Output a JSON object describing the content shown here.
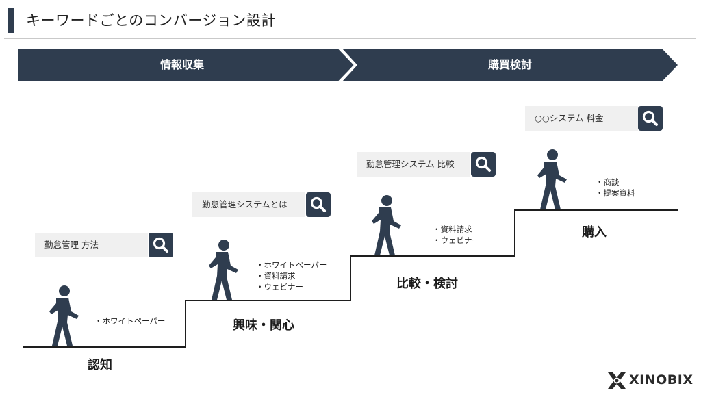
{
  "title": "キーワードごとのコンバージョン設計",
  "phases": [
    {
      "label": "情報収集"
    },
    {
      "label": "購買検討"
    }
  ],
  "stages": [
    {
      "name": "認知",
      "keyword": "勤怠管理 方法",
      "items": [
        "ホワイトペーパー"
      ]
    },
    {
      "name": "興味・関心",
      "keyword": "勤怠管理システムとは",
      "items": [
        "ホワイトペーパー",
        "資料請求",
        "ウェビナー"
      ]
    },
    {
      "name": "比較・検討",
      "keyword": "勤怠管理システム 比較",
      "items": [
        "資料請求",
        "ウェビナー"
      ]
    },
    {
      "name": "購入",
      "keyword": "○○システム 料金",
      "items": [
        "商談",
        "提案資料"
      ]
    }
  ],
  "logo": "XINOBIX",
  "colors": {
    "navy": "#2f3d4f",
    "search_bg": "#f0f0f0"
  },
  "icons": [
    "search-icon",
    "walking-person-icon",
    "ninja-logo-icon"
  ]
}
